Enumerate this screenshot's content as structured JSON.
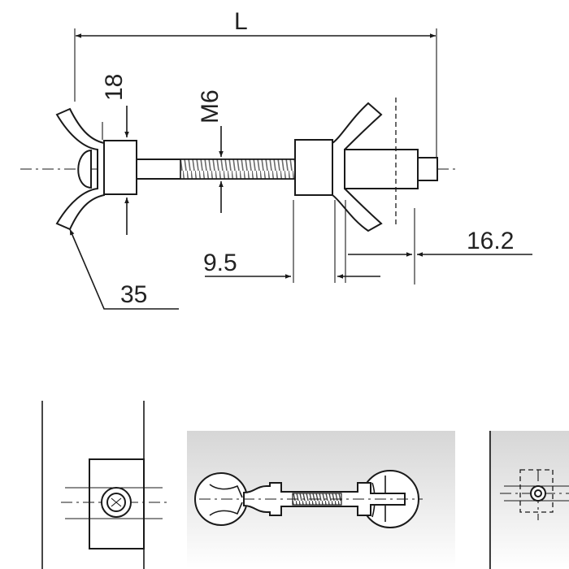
{
  "dimensions": {
    "length_label": "L",
    "cap_width_label": "18",
    "thread_label": "M6",
    "nut_gap_label": "9.5",
    "end_label": "16.2",
    "radius_label": "35"
  },
  "icons": {
    "arrowhead": "arrowhead-icon",
    "thread": "thread-icon"
  },
  "colors": {
    "line": "#1a1a1a",
    "panel_gradient_top": "#d9d9d9",
    "panel_gradient_bottom": "#ffffff",
    "thread_fill": "#8a8a8a"
  }
}
